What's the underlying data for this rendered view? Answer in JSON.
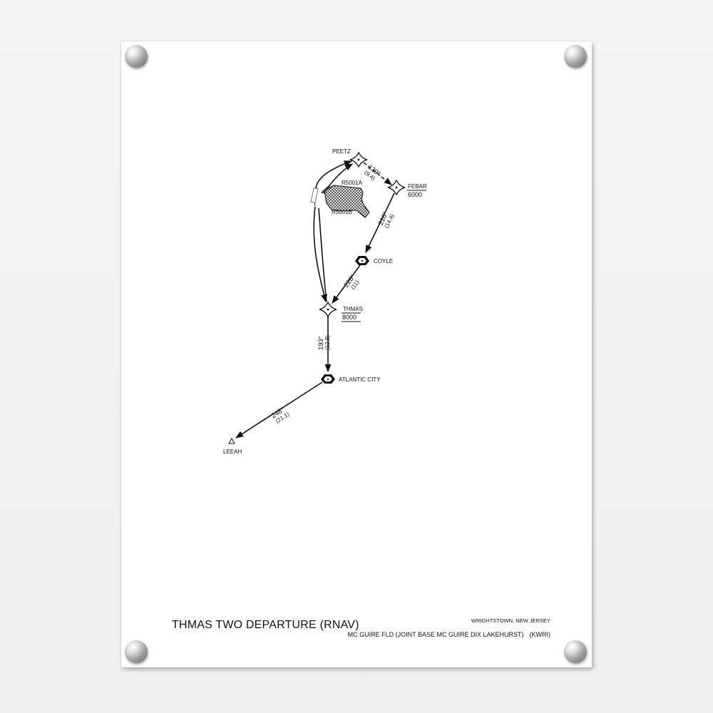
{
  "chart": {
    "title": "THMAS TWO DEPARTURE (RNAV)",
    "location": "WRIGHTSTOWN, NEW JERSEY",
    "airport_name": "MC GUIRE FLD (JOINT BASE MC GUIRE DIX LAKEHURST)",
    "airport_id": "(KWRI)"
  },
  "waypoints": {
    "peetz": "PEETZ",
    "febar": "FEBAR",
    "coyle": "COYLE",
    "thmas": "THMAS",
    "atlantic_city": "ATLANTIC CITY",
    "leeah": "LEEAH"
  },
  "altitudes": {
    "febar": "6000",
    "thmas": "8000"
  },
  "legs": {
    "peetz_febar": {
      "course": "139°",
      "distance": "(9.4)"
    },
    "febar_coyle": {
      "course": "216°",
      "distance": "(14.4)"
    },
    "coyle_thmas": {
      "course": "228°",
      "distance": "(11)"
    },
    "thmas_acy": {
      "course": "193°",
      "distance": "(12.8)"
    },
    "acy_leeah": {
      "course": "248°",
      "distance": "(21.1)"
    }
  },
  "airspace": {
    "r5001a": "R5001A",
    "r5001b": "R5001B"
  }
}
